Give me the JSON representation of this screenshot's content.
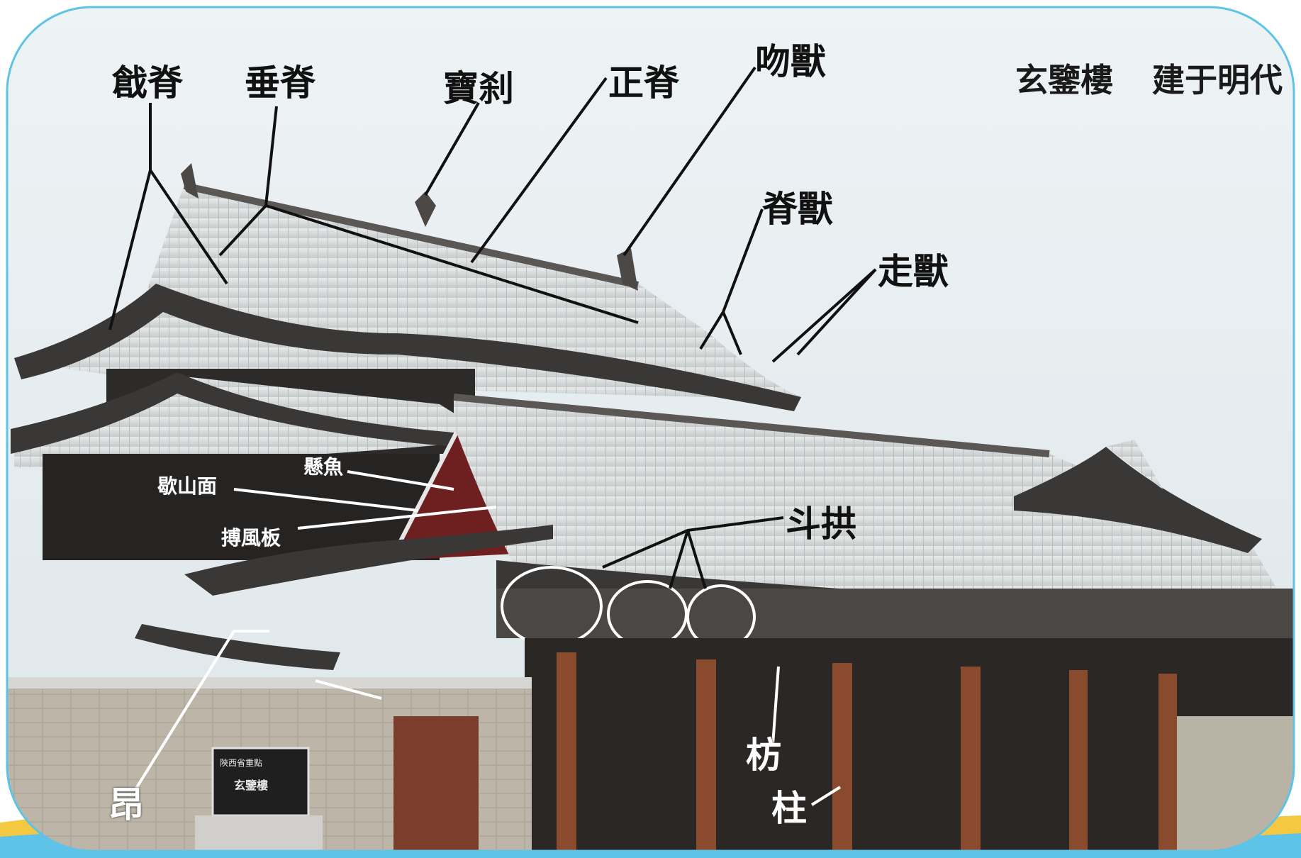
{
  "title": {
    "building": "玄鑒樓",
    "era": "建于明代"
  },
  "labels": {
    "qiji": "戧脊",
    "chuiji": "垂脊",
    "baocha": "寶刹",
    "zhengji": "正脊",
    "wenshou": "吻獸",
    "jishou": "脊獸",
    "zoushou": "走獸",
    "xuanyu": "懸魚",
    "xieshanmian": "歇山面",
    "bofengban": "搏風板",
    "dougong": "斗拱",
    "fang": "枋",
    "zhu": "柱",
    "ang": "昂"
  },
  "plaque": {
    "line1": "陝西省重點",
    "line2": "玄鑒樓"
  },
  "colors": {
    "sky": "#e9eef0",
    "roof": "#d9dcdc",
    "eave": "#3a3836",
    "wall": "#b9b3a6",
    "column": "#8a4a2e",
    "frame": "#5ec3e6",
    "bottom_accent": "#f5c842"
  }
}
